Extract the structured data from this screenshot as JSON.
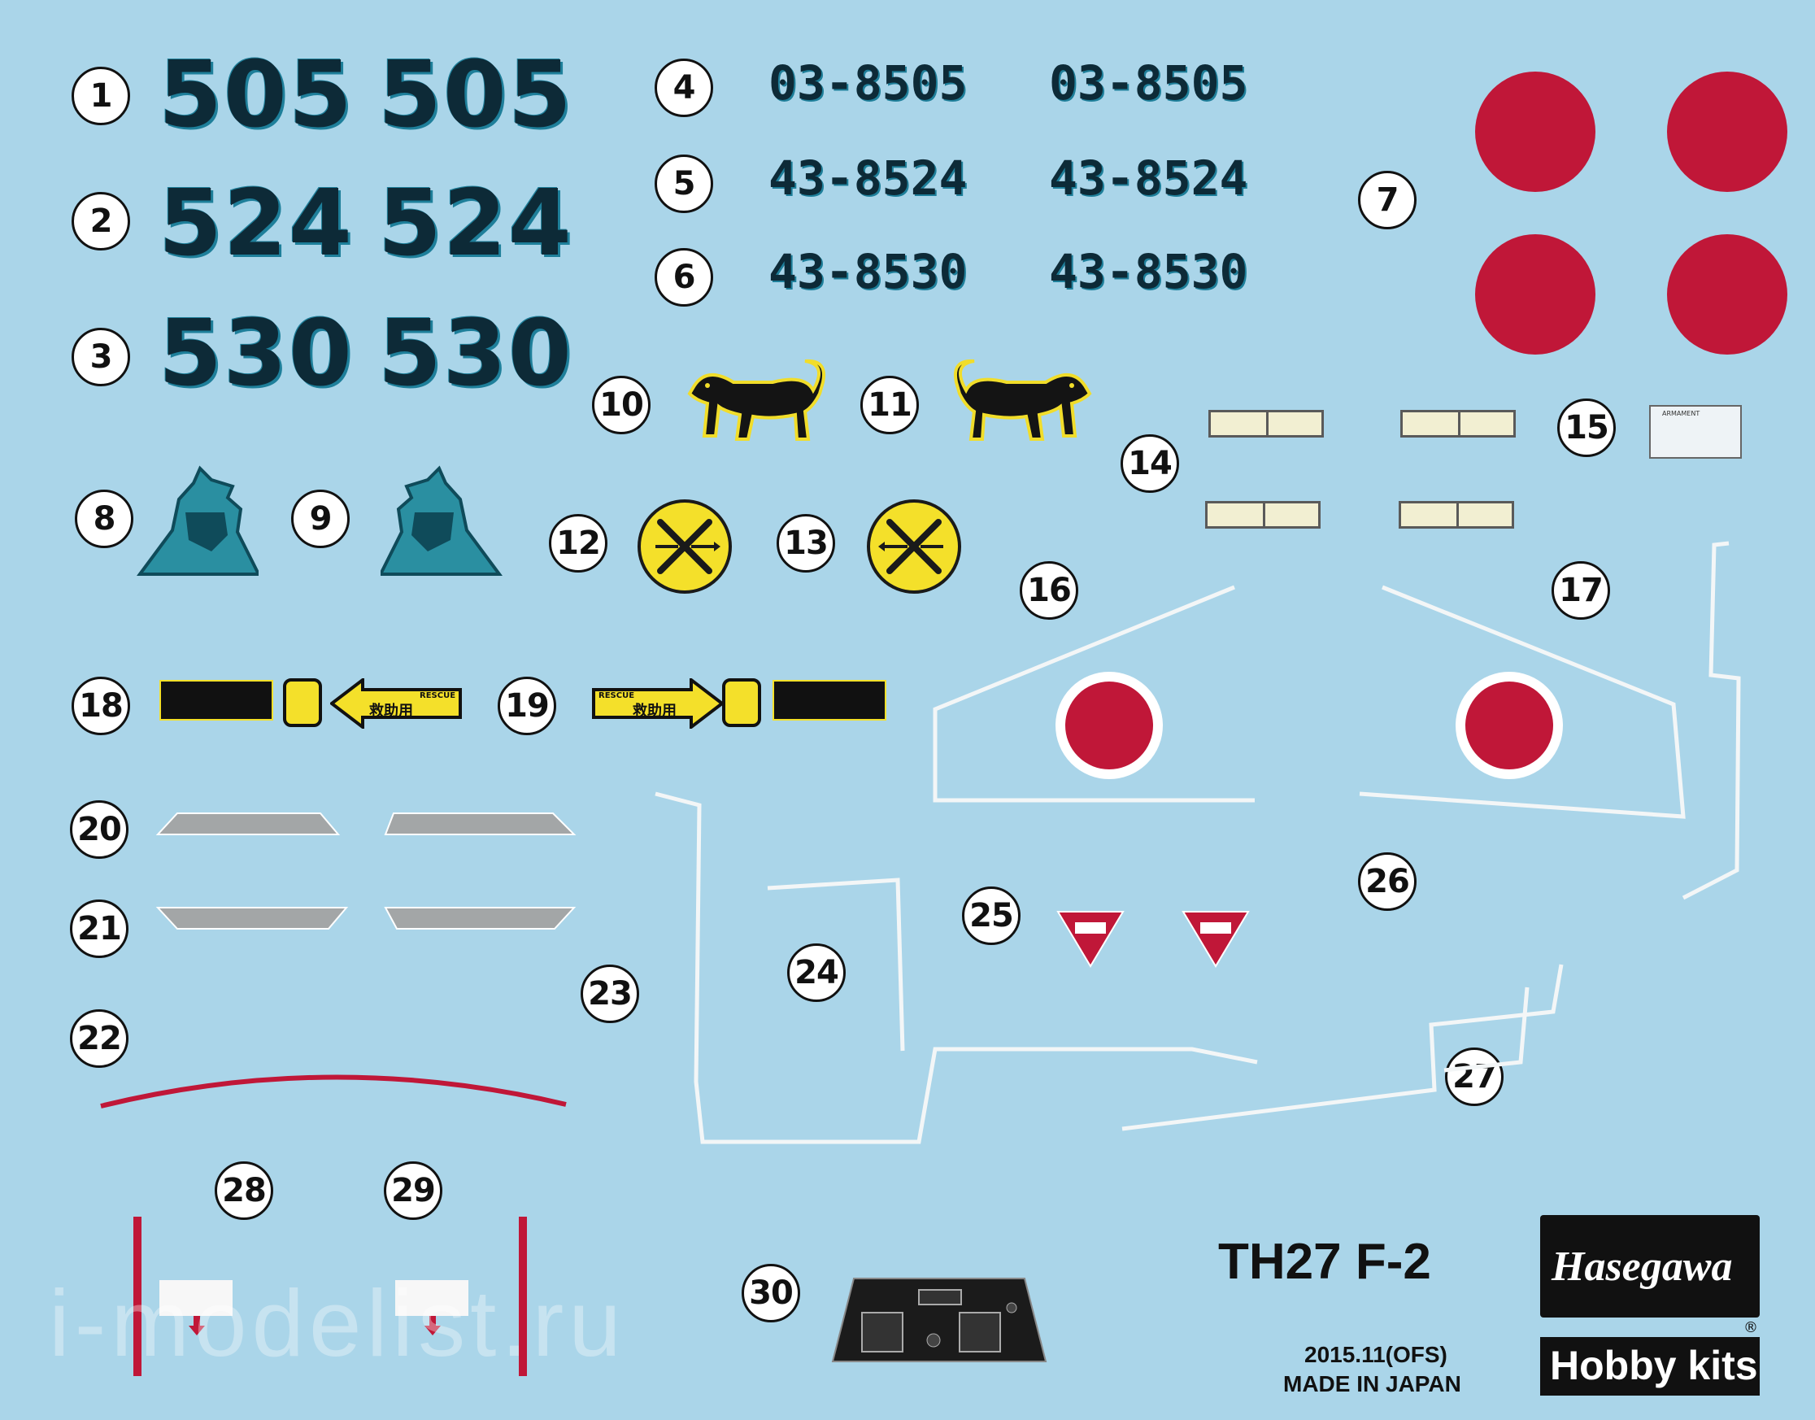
{
  "decal_numbers": [
    "1",
    "2",
    "3",
    "4",
    "5",
    "6",
    "7",
    "8",
    "9",
    "10",
    "11",
    "12",
    "13",
    "14",
    "15",
    "16",
    "17",
    "18",
    "19",
    "20",
    "21",
    "22",
    "23",
    "24",
    "25",
    "26",
    "27",
    "28",
    "29",
    "30"
  ],
  "codes": {
    "large": [
      "505",
      "524",
      "530"
    ],
    "serials": [
      "03-8505",
      "43-8524",
      "43-8530"
    ]
  },
  "labels": {
    "armament": "ARMAMENT",
    "rescue": "RESCUE",
    "rescue_jp": "救助用"
  },
  "brand": {
    "kit_title": "TH27 F-2",
    "date_code": "2015.11(OFS)",
    "made_in": "MADE IN JAPAN",
    "maker_logo": "Hasegawa",
    "registered": "®",
    "hobby_kits": "Hobby kits"
  },
  "watermark": "i-modelist.ru",
  "colors": {
    "background": "#aad5e9",
    "roundel_red": "#c01738",
    "warning_yellow": "#f4e02a",
    "dark_teal": "#0d2a37",
    "samurai_teal": "#2a8fa1"
  }
}
